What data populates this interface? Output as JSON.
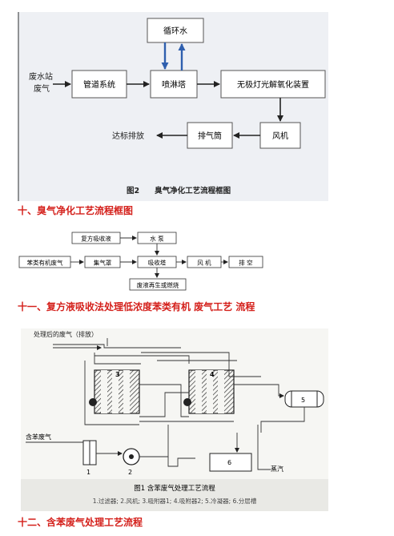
{
  "diagram1": {
    "nodes": {
      "source": [
        "废水站",
        "废气"
      ],
      "pipe": "管道系统",
      "circ": "循环水",
      "spray": "喷淋塔",
      "uv": "无极灯光解氧化装置",
      "fan": "风机",
      "stack": "排气筒",
      "emit": "达标排放"
    },
    "caption": "图2　　臭气净化工艺流程框图"
  },
  "heading1": "十、臭气净化工艺流程框图",
  "diagram2": {
    "nodes": {
      "compound": "复方吸收液",
      "pump": "水 泵",
      "source": "苯类有机废气",
      "hood": "集气罩",
      "absorber": "吸收塔",
      "fan": "风 机",
      "stack": "排 空",
      "regen": "废液再生或燃烧"
    }
  },
  "heading2": "十一、复方液吸收法处理低浓度苯类有机 废气工艺 流程",
  "diagram3": {
    "labels": {
      "treated": "处理后的废气（排放）",
      "intake": "含苯废气",
      "steam": "蒸汽"
    },
    "numbers": [
      "1",
      "2",
      "3",
      "4",
      "5",
      "6"
    ],
    "caption": "图1 含苯废气处理工艺流程",
    "legend": "1.过滤器; 2.风机; 3.吸附器1; 4.吸附器2; 5.冷凝器; 6.分层槽"
  },
  "heading3": "十二、含苯废气处理工艺流程"
}
